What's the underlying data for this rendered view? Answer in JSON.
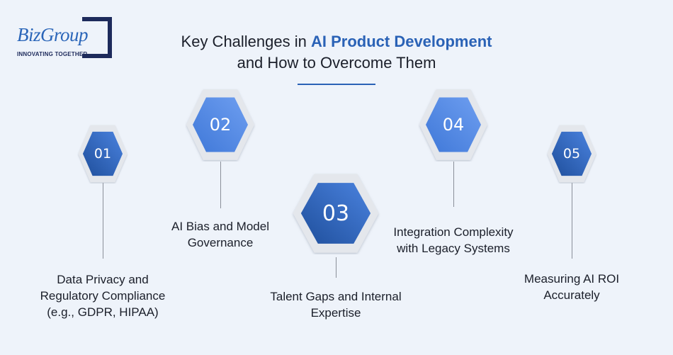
{
  "logo": {
    "brand": "BizGroup",
    "tagline": "INNOVATING TOGETHER"
  },
  "title": {
    "line1_prefix": "Key Challenges in ",
    "line1_accent": "AI Product Development",
    "line2": "and How to Overcome Them"
  },
  "colors": {
    "accent": "#2a62b6",
    "hex_dark": "#1f4f9c",
    "hex_light": "#6e9ef0",
    "hex_border": "#e4e7ec",
    "background": "#eef3fa"
  },
  "steps": [
    {
      "number": "01",
      "lines": [
        "Data Privacy and",
        "Regulatory Compliance",
        "(e.g., GDPR, HIPAA)"
      ]
    },
    {
      "number": "02",
      "lines": [
        "AI Bias and Model",
        "Governance"
      ]
    },
    {
      "number": "03",
      "lines": [
        "Talent Gaps and Internal",
        "Expertise"
      ]
    },
    {
      "number": "04",
      "lines": [
        "Integration Complexity",
        "with Legacy Systems"
      ]
    },
    {
      "number": "05",
      "lines": [
        "Measuring AI ROI",
        "Accurately"
      ]
    }
  ]
}
